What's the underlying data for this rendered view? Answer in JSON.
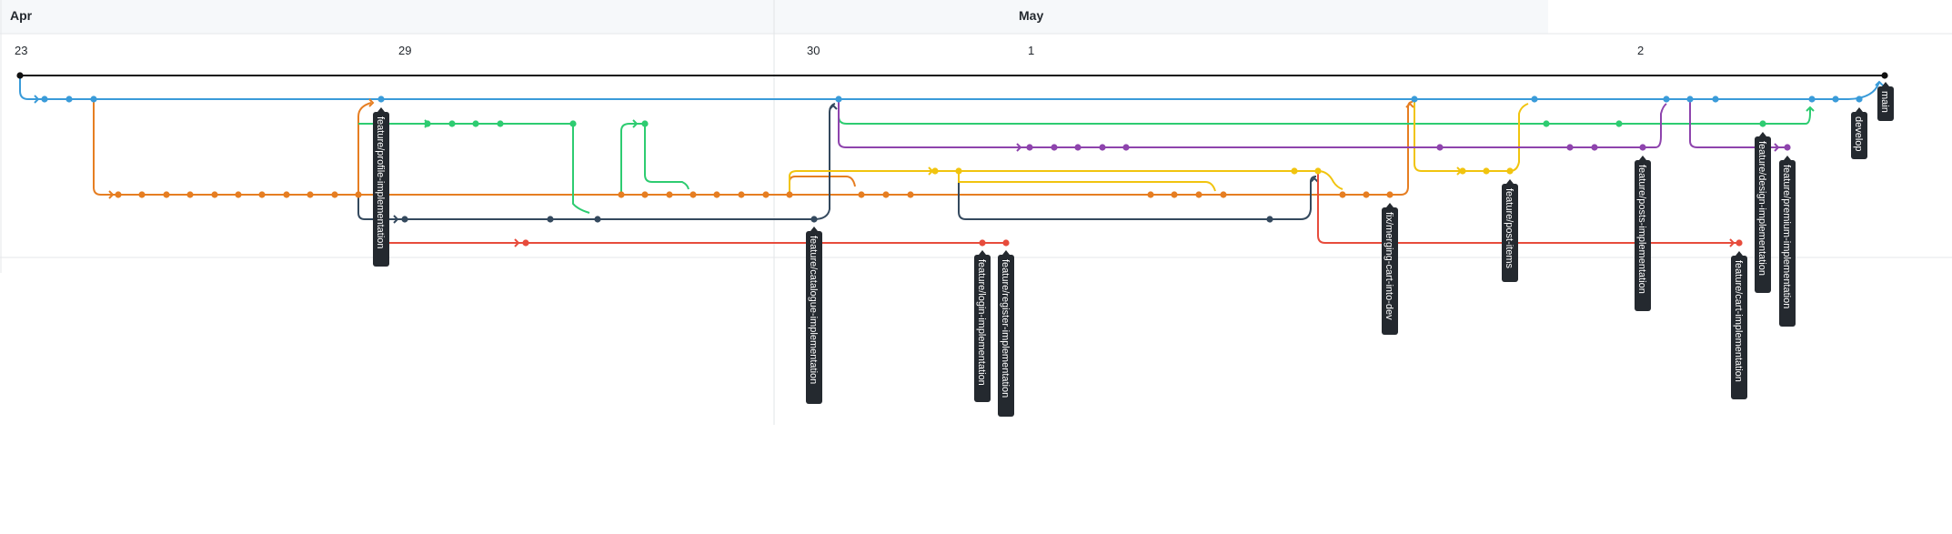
{
  "timeline": {
    "months": [
      "Apr",
      "May"
    ],
    "days": [
      "23",
      "29",
      "30",
      "1",
      "2"
    ]
  },
  "colors": {
    "main": "#111111",
    "develop": "#3a9bd9",
    "orange": "#e67e22",
    "green": "#2ecc71",
    "slate": "#34495e",
    "red": "#e74c3c",
    "yellow": "#f1c40f",
    "purple": "#8e44ad",
    "label_bg": "#24292f"
  },
  "branches": [
    {
      "name": "main",
      "color": "main"
    },
    {
      "name": "develop",
      "color": "develop"
    },
    {
      "name": "feature/profile-implementation",
      "color": "orange"
    },
    {
      "name": "feature/catalogue-implementation",
      "color": "slate"
    },
    {
      "name": "feature/login-implementation",
      "color": "red"
    },
    {
      "name": "feature/register-implementation",
      "color": "red"
    },
    {
      "name": "fix/merging-cart-into-dev",
      "color": "orange"
    },
    {
      "name": "feature/post-items",
      "color": "yellow"
    },
    {
      "name": "feature/posts-implementation",
      "color": "purple"
    },
    {
      "name": "feature/cart-implementation",
      "color": "red"
    },
    {
      "name": "feature/design-implementation",
      "color": "green"
    },
    {
      "name": "feature/premium-implementation",
      "color": "purple"
    }
  ]
}
